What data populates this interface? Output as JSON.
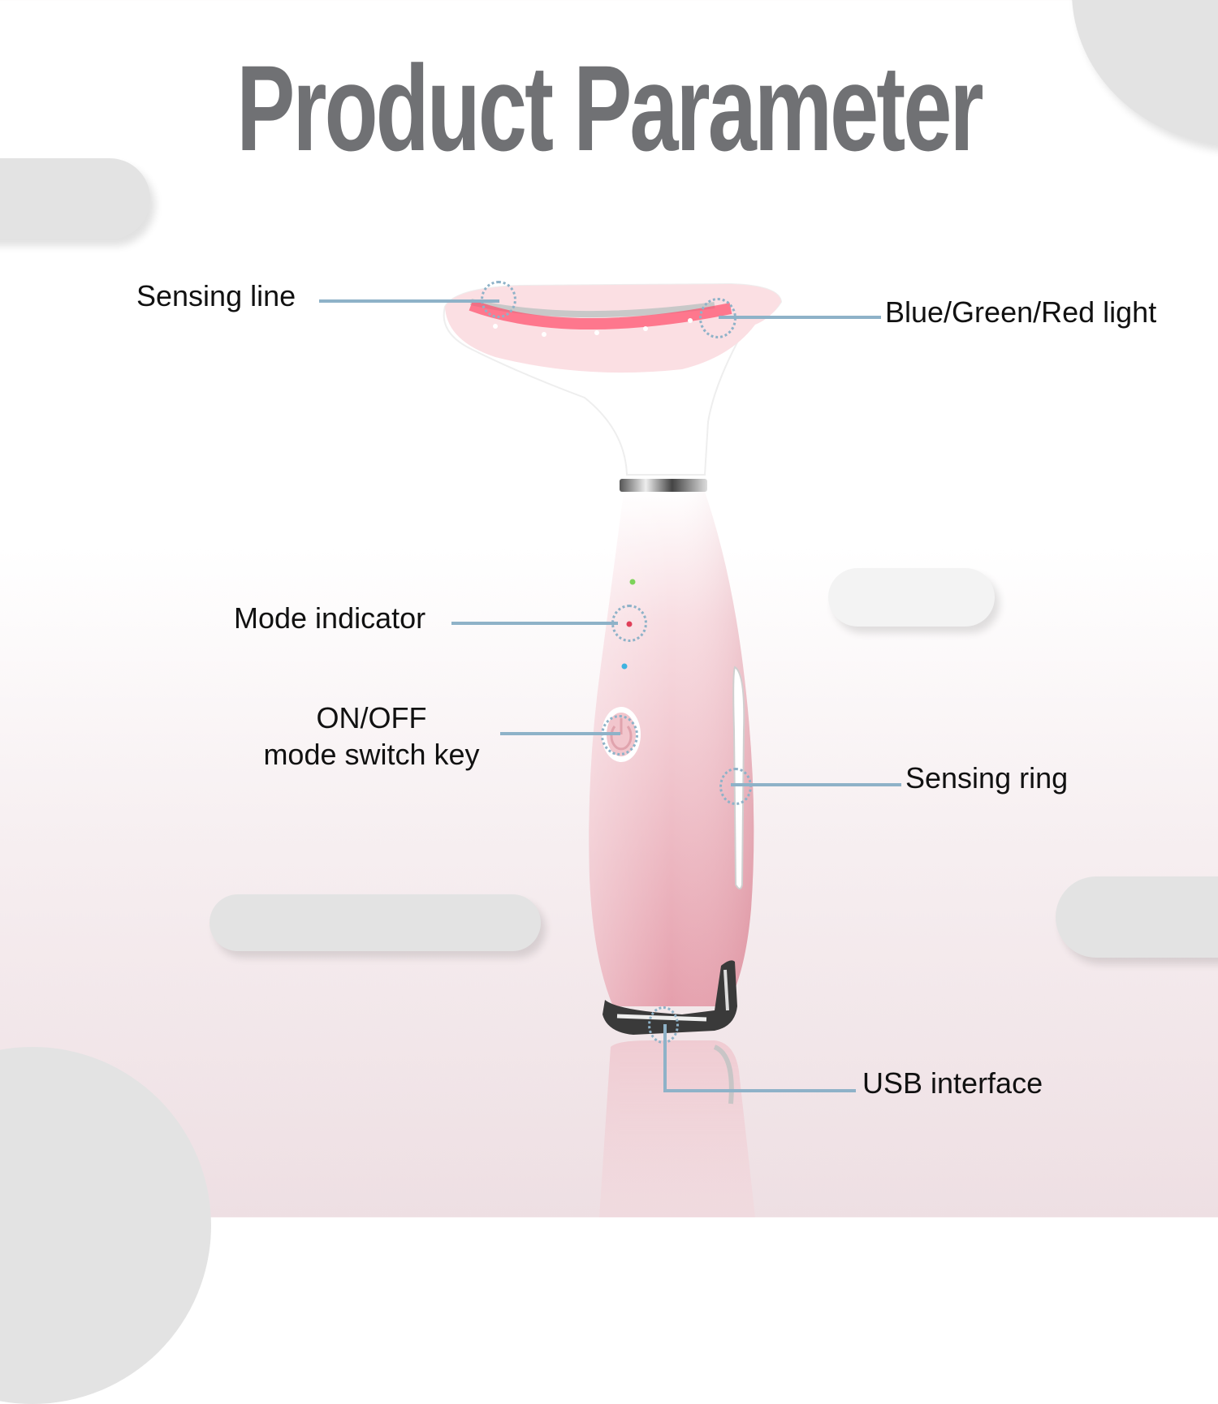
{
  "page": {
    "title": "Product Parameter",
    "colors": {
      "title": "#707174",
      "leader_line": "#8eb2c8",
      "device_pink": "#e8a8b3",
      "light_red": "#ff3b5c",
      "indicator_green": "#7dd35a",
      "indicator_red": "#e0405a",
      "indicator_blue": "#3fb3e0"
    }
  },
  "callouts": [
    {
      "id": "sensing-line",
      "label": "Sensing line"
    },
    {
      "id": "light",
      "label": "Blue/Green/Red light"
    },
    {
      "id": "mode-indicator",
      "label": "Mode indicator"
    },
    {
      "id": "power-key",
      "label_line1": "ON/OFF",
      "label_line2": "mode switch key"
    },
    {
      "id": "sensing-ring",
      "label": "Sensing ring"
    },
    {
      "id": "usb",
      "label": "USB interface"
    }
  ],
  "icons": [
    "power-icon",
    "indicator-led-green",
    "indicator-led-red",
    "indicator-led-blue"
  ]
}
